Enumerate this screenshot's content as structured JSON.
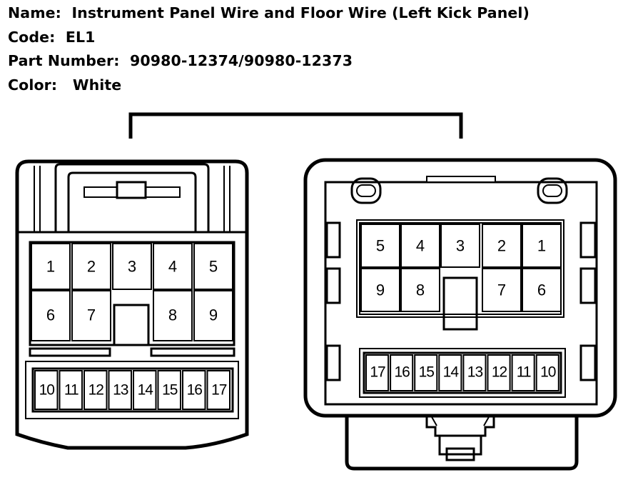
{
  "header": {
    "name_label": "Name:",
    "name_value": "Instrument Panel Wire and Floor Wire (Left Kick Panel)",
    "code_label": "Code:",
    "code_value": "EL1",
    "part_label": "Part Number:",
    "part_value": "90980-12374/90980-12373",
    "color_label": "Color:",
    "color_value": "White"
  },
  "left_connector": {
    "row1": [
      "1",
      "2",
      "3",
      "4",
      "5"
    ],
    "row2": [
      "6",
      "7",
      "8",
      "9"
    ],
    "row3": [
      "10",
      "11",
      "12",
      "13",
      "14",
      "15",
      "16",
      "17"
    ]
  },
  "right_connector": {
    "row1": [
      "5",
      "4",
      "3",
      "2",
      "1"
    ],
    "row2": [
      "9",
      "8",
      "7",
      "6"
    ],
    "row3": [
      "17",
      "16",
      "15",
      "14",
      "13",
      "12",
      "11",
      "10"
    ]
  }
}
